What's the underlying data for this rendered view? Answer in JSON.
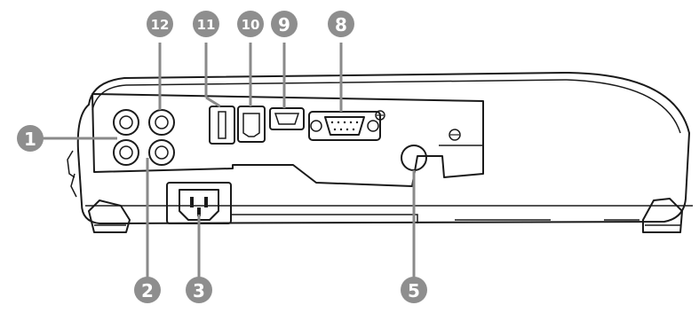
{
  "callouts": [
    {
      "id": "c1",
      "label": "1"
    },
    {
      "id": "c2",
      "label": "2"
    },
    {
      "id": "c3",
      "label": "3"
    },
    {
      "id": "c5",
      "label": "5"
    },
    {
      "id": "c8",
      "label": "8"
    },
    {
      "id": "c9",
      "label": "9"
    },
    {
      "id": "c10",
      "label": "10"
    },
    {
      "id": "c11",
      "label": "11"
    },
    {
      "id": "c12",
      "label": "12"
    }
  ],
  "colors": {
    "callout_fill": "#8e8e8e",
    "outline": "#1a1a1a",
    "leader": "#8a8a8a"
  }
}
